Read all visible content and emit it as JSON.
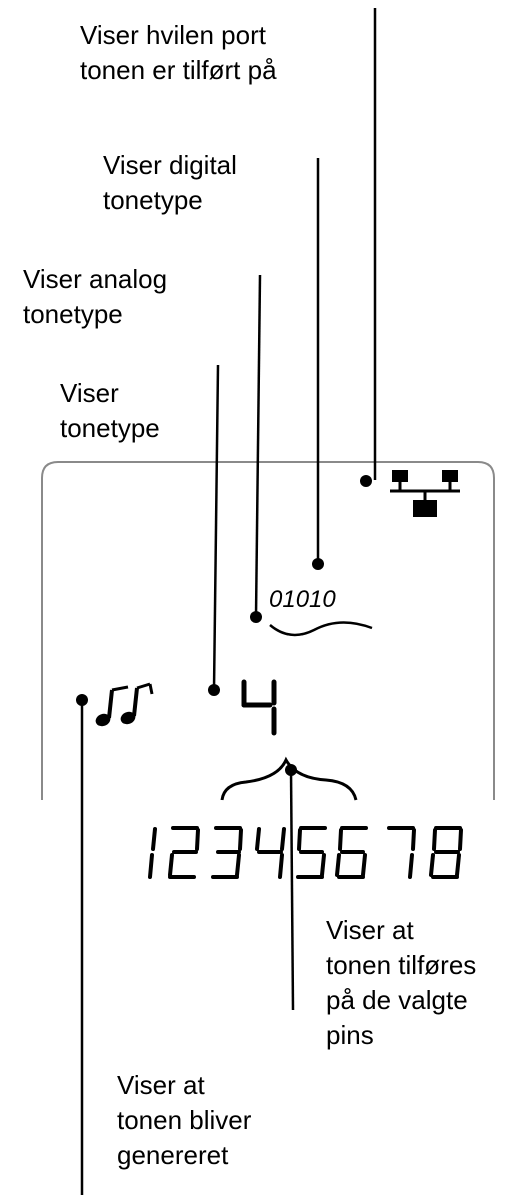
{
  "callouts": {
    "port": {
      "lines": [
        "Viser hvilen port",
        "tonen er  tilført på"
      ]
    },
    "digital": {
      "lines": [
        "Viser digital",
        "tonetype"
      ]
    },
    "analog": {
      "lines": [
        "Viser analog",
        "tonetype"
      ]
    },
    "tonetype": {
      "lines": [
        "Viser",
        "tonetype"
      ]
    },
    "pins": {
      "lines": [
        "Viser at",
        "tonen tilføres",
        "på de valgte",
        "pins"
      ]
    },
    "generated": {
      "lines": [
        "Viser at",
        "tonen bliver",
        "genereret"
      ]
    }
  },
  "display": {
    "digital_code": "01010",
    "tone_digit": "4",
    "pin_digits": [
      "1",
      "2",
      "3",
      "4",
      "5",
      "6",
      "7",
      "8"
    ],
    "selected_pins": [
      "3",
      "4",
      "5",
      "6"
    ]
  },
  "icons": {
    "network": "network-port-icon",
    "music": "music-notes-icon",
    "analog_wave": "analog-wave-icon"
  }
}
